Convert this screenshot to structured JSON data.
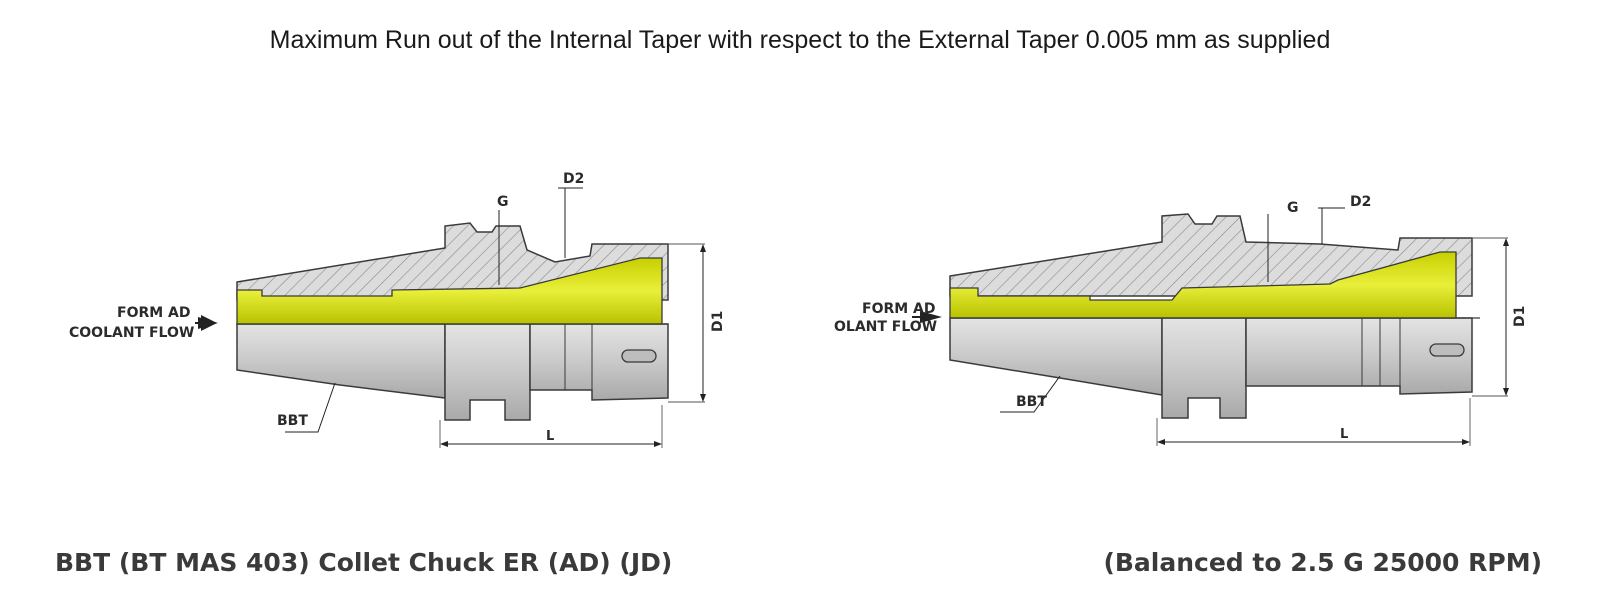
{
  "heading": "Maximum Run out of the Internal Taper with respect to the External Taper 0.005 mm as supplied",
  "caption_left": "BBT (BT MAS 403) Collet Chuck ER (AD) (JD)",
  "caption_right": "(Balanced to 2.5 G 25000 RPM)",
  "left_figure": {
    "labels": {
      "g": "G",
      "d2": "D2",
      "d1": "D1",
      "l": "L",
      "bbt": "BBT",
      "form": "FORM AD",
      "coolant": "COOLANT FLOW"
    }
  },
  "right_figure": {
    "labels": {
      "g": "G",
      "d2": "D2",
      "d1": "D1",
      "l": "L",
      "bbt": "BBT",
      "form": "FORM AD",
      "coolant": "OLANT FLOW"
    }
  },
  "colors": {
    "coolant_channel": "#d6e000",
    "section_fill": "#d9d9d9",
    "body_metal": "#c4c4c4",
    "outline": "#3a3a3a"
  }
}
